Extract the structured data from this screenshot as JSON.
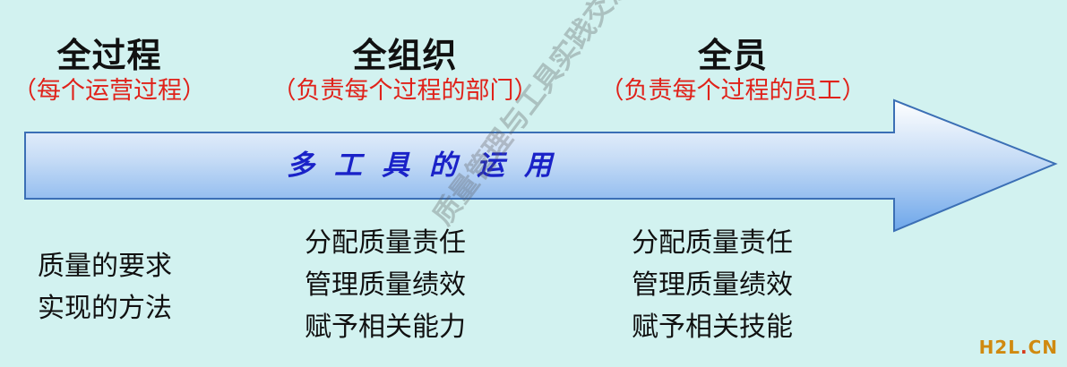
{
  "columns": [
    {
      "title": "全过程",
      "subtitle": "（每个运营过程）"
    },
    {
      "title": "全组织",
      "subtitle": "（负责每个过程的部门）"
    },
    {
      "title": "全员",
      "subtitle": "（负责每个过程的员工）"
    }
  ],
  "arrow": {
    "label": "多工具的运用",
    "fill_top": "#ffffff",
    "fill_bottom": "#6da6ea",
    "stroke": "#3b6fb5"
  },
  "blocks": [
    {
      "lines": [
        "质量的要求",
        "实现的方法"
      ]
    },
    {
      "lines": [
        "分配质量责任",
        "管理质量绩效",
        "赋予相关能力"
      ]
    },
    {
      "lines": [
        "分配质量责任",
        "管理质量绩效",
        "赋予相关技能"
      ]
    }
  ],
  "watermark": "质量管理与工具实践交流平台",
  "logo": {
    "main": "H2L",
    "dot": ".",
    "suffix": "CN"
  },
  "colors": {
    "background": "#d2f2f0",
    "subtitle": "#e0221a",
    "arrow_text": "#1a22c8"
  }
}
